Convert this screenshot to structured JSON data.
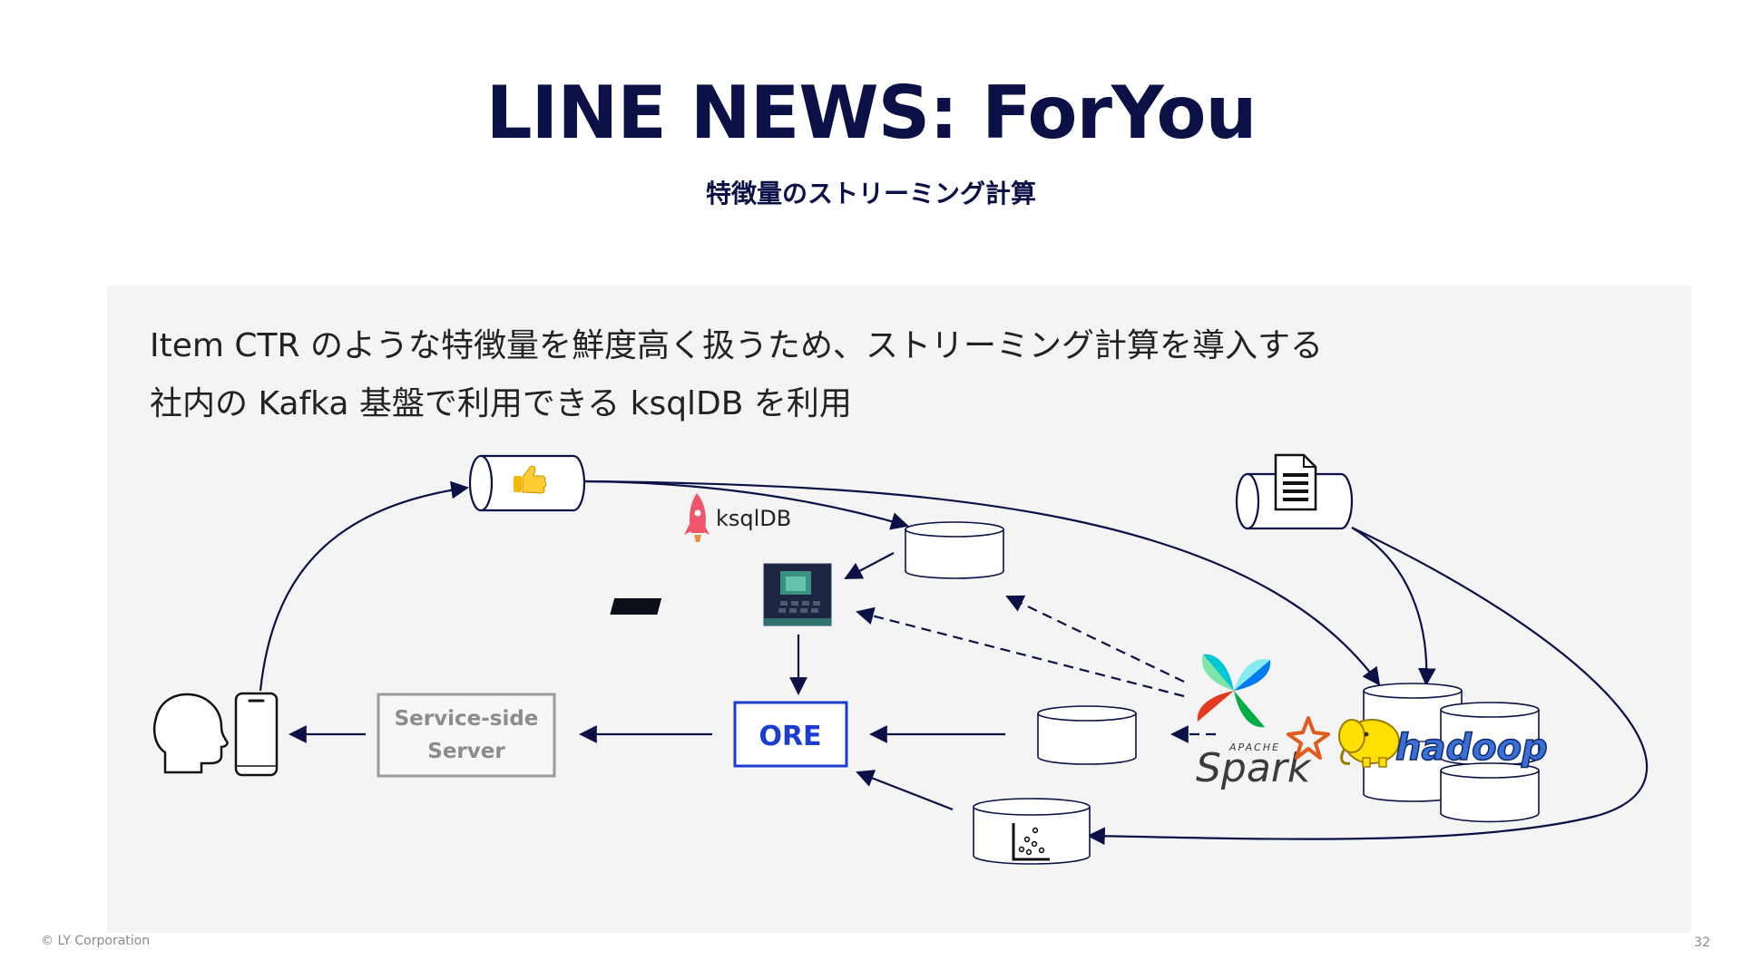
{
  "slide": {
    "title": "LINE NEWS: ForYou",
    "subtitle": "特徴量のストリーミング計算",
    "bullets": [
      "Item CTR のような特徴量を鮮度高く扱うため、ストリーミング計算を導入する",
      "社内の Kafka 基盤で利用できる ksqlDB を利用"
    ],
    "footer": {
      "copyright": "© LY Corporation",
      "page_number": "32"
    }
  },
  "diagram": {
    "nodes": {
      "service_server": "Service-side\nServer",
      "service_server_line1": "Service-side",
      "service_server_line2": "Server",
      "ore": "ORE",
      "ksqldb": "ksqlDB",
      "spark_apache": "APACHE",
      "spark": "Spark",
      "hadoop": "hadoop"
    },
    "icons": [
      "user-head-icon",
      "smartphone-icon",
      "thumbs-up-icon",
      "document-icon",
      "rocket-icon",
      "gpu-chip-icon",
      "pinwheel-icon",
      "spark-star-icon",
      "hadoop-elephant-icon",
      "scatter-chart-icon"
    ],
    "colors": {
      "navy": "#0b1046",
      "ore_blue": "#1b3bd1",
      "server_gray": "#8c8c8c",
      "panel": "#f4f4f4",
      "hadoop_yellow": "#ffe000",
      "hadoop_blue": "#3a6fd8",
      "spark_orange": "#e25a1c"
    }
  }
}
